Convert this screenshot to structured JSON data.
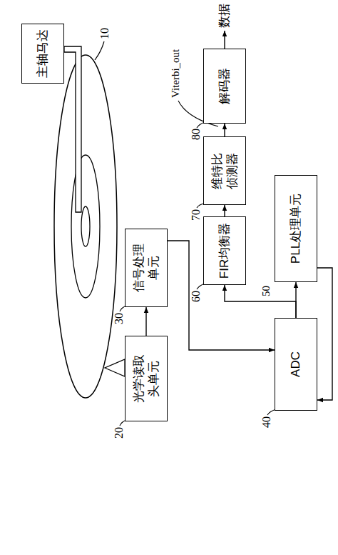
{
  "diagram": {
    "nodes": [
      {
        "text": [
          "主轴马达"
        ]
      },
      {
        "text": [
          "光学读取头单元"
        ]
      },
      {
        "text": [
          "信号处理单元"
        ]
      },
      {
        "text": [
          "ADC"
        ]
      },
      {
        "text": [
          "PLL处理单元"
        ]
      },
      {
        "text": [
          "FIR均衡器"
        ]
      },
      {
        "text": [
          "维特比侦测器"
        ]
      },
      {
        "text": [
          "解码器"
        ]
      }
    ],
    "edges": [
      {
        "from": 1,
        "to": 2,
        "arrow": "to"
      },
      {
        "from": 2,
        "to": 3,
        "arrow": "to"
      },
      {
        "from": 3,
        "to": 4,
        "arrow": "to"
      },
      {
        "from": 3,
        "to": 5,
        "arrow": "to"
      },
      {
        "from": 4,
        "to": 3,
        "arrow": "to"
      },
      {
        "from": 5,
        "to": 6,
        "arrow": "to"
      },
      {
        "from": 6,
        "to": 7,
        "arrow": "to"
      }
    ],
    "labels": [
      "10",
      "20",
      "30",
      "40",
      "50",
      "60",
      "70",
      "80",
      "Viterbi_out",
      "数据"
    ]
  }
}
